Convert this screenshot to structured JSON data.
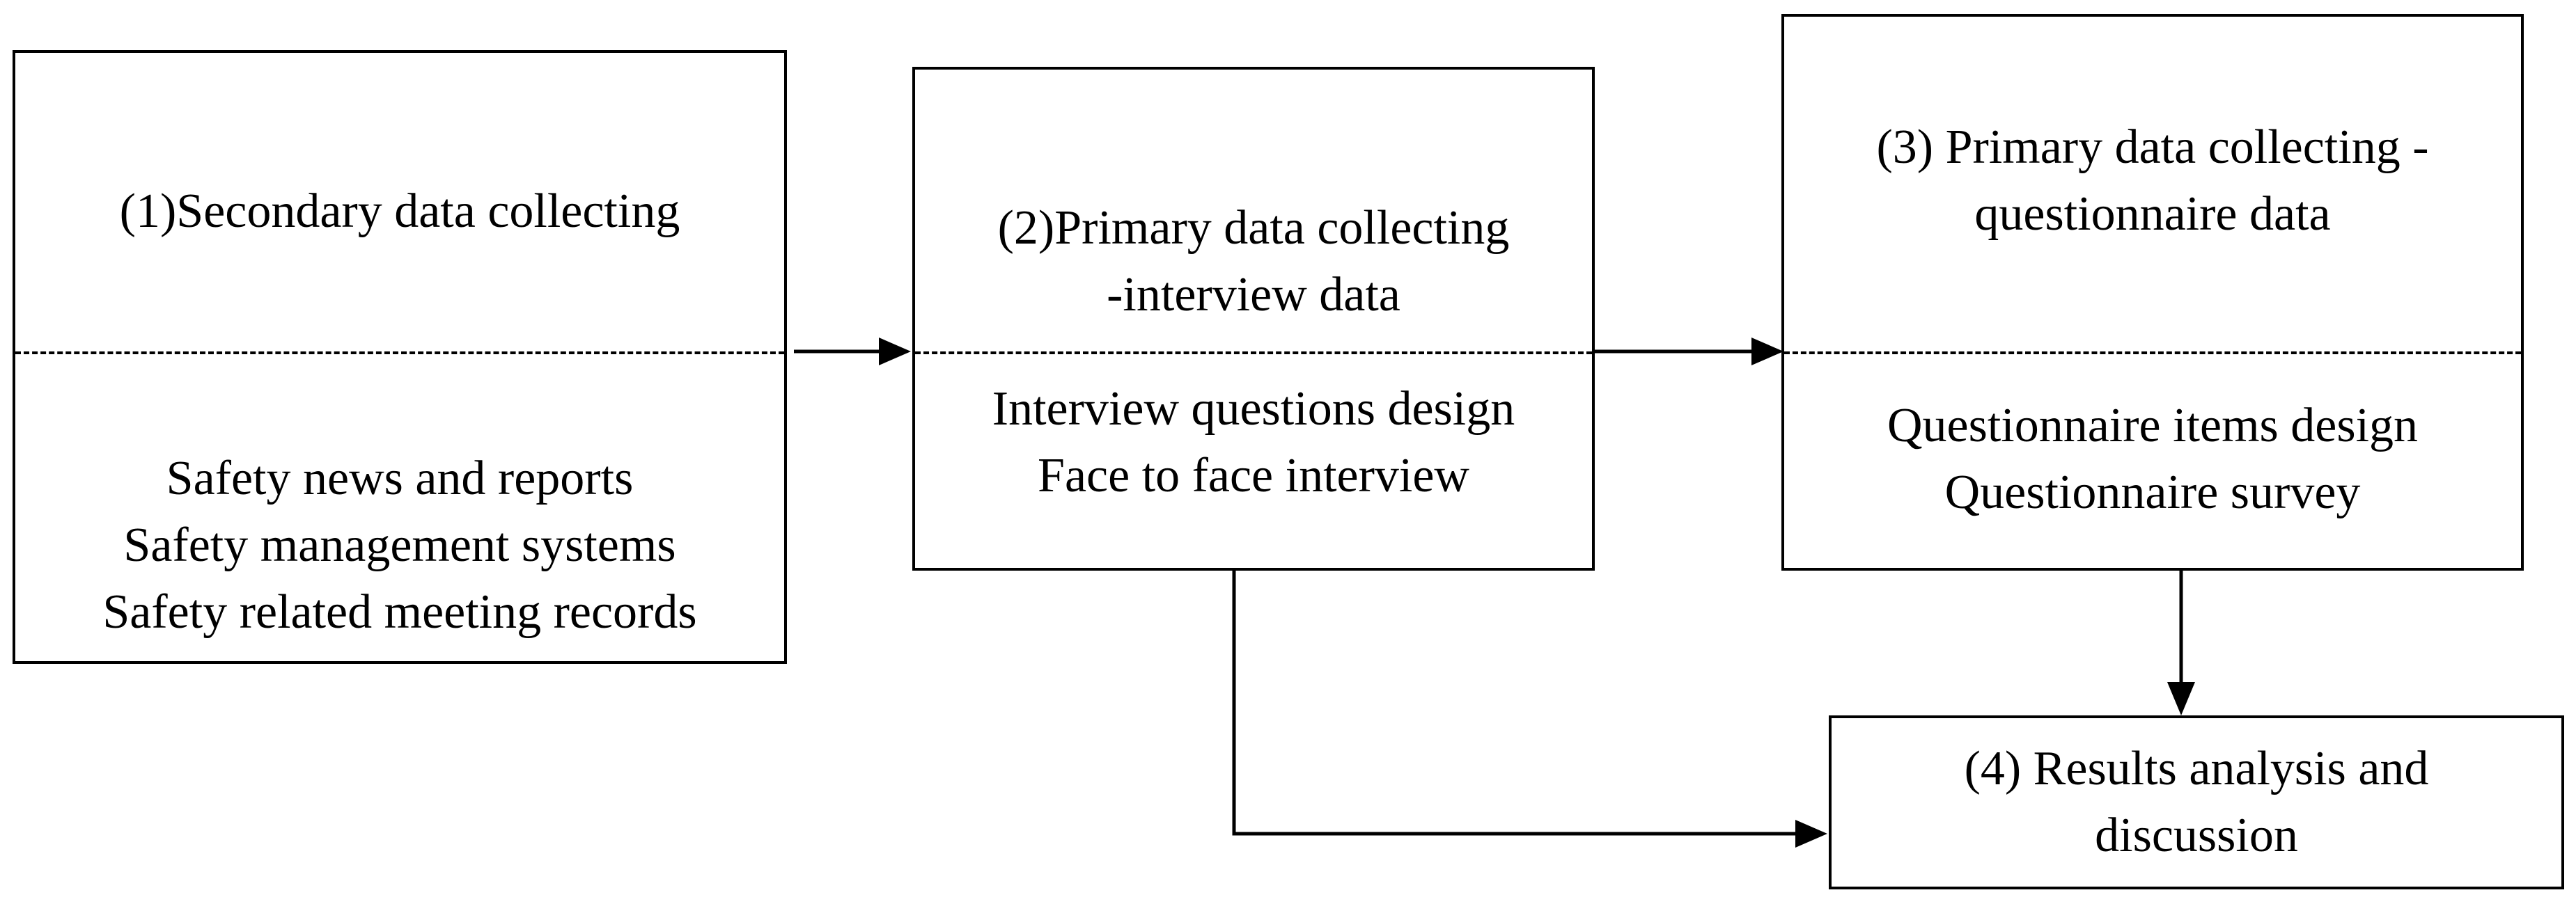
{
  "boxes": {
    "secondary": {
      "title": [
        "(1)Secondary data collecting"
      ],
      "items": [
        "Safety news and reports",
        "Safety management systems",
        "Safety related meeting records"
      ]
    },
    "interview": {
      "title": [
        "(2)Primary data collecting",
        "-interview data"
      ],
      "items": [
        "Interview questions design",
        "Face to face interview"
      ]
    },
    "questionnaire": {
      "title": [
        "(3) Primary data collecting -",
        "questionnaire data"
      ],
      "items": [
        "Questionnaire items design",
        "Questionnaire survey"
      ]
    },
    "results": {
      "title": [
        "(4) Results analysis and",
        "discussion"
      ]
    }
  },
  "colors": {
    "line": "#000000",
    "background": "#ffffff"
  }
}
